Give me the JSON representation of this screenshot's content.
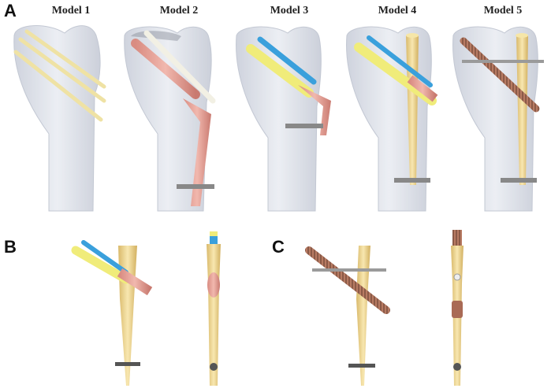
{
  "figure": {
    "panel_labels": {
      "a": "A",
      "b": "B",
      "c": "C"
    },
    "models": [
      {
        "title": "Model 1"
      },
      {
        "title": "Model 2"
      },
      {
        "title": "Model 3"
      },
      {
        "title": "Model 4"
      },
      {
        "title": "Model 5"
      }
    ],
    "colors": {
      "bone": "#d9dde6",
      "implant_gold": "#f2dc9a",
      "lag_screw_pink": "#e8a39a",
      "blade_yellow": "#f0ec7a",
      "blade_blue": "#3aa0dc",
      "helical_brown": "#a96a55",
      "locking_screw_gray": "#888888"
    }
  }
}
